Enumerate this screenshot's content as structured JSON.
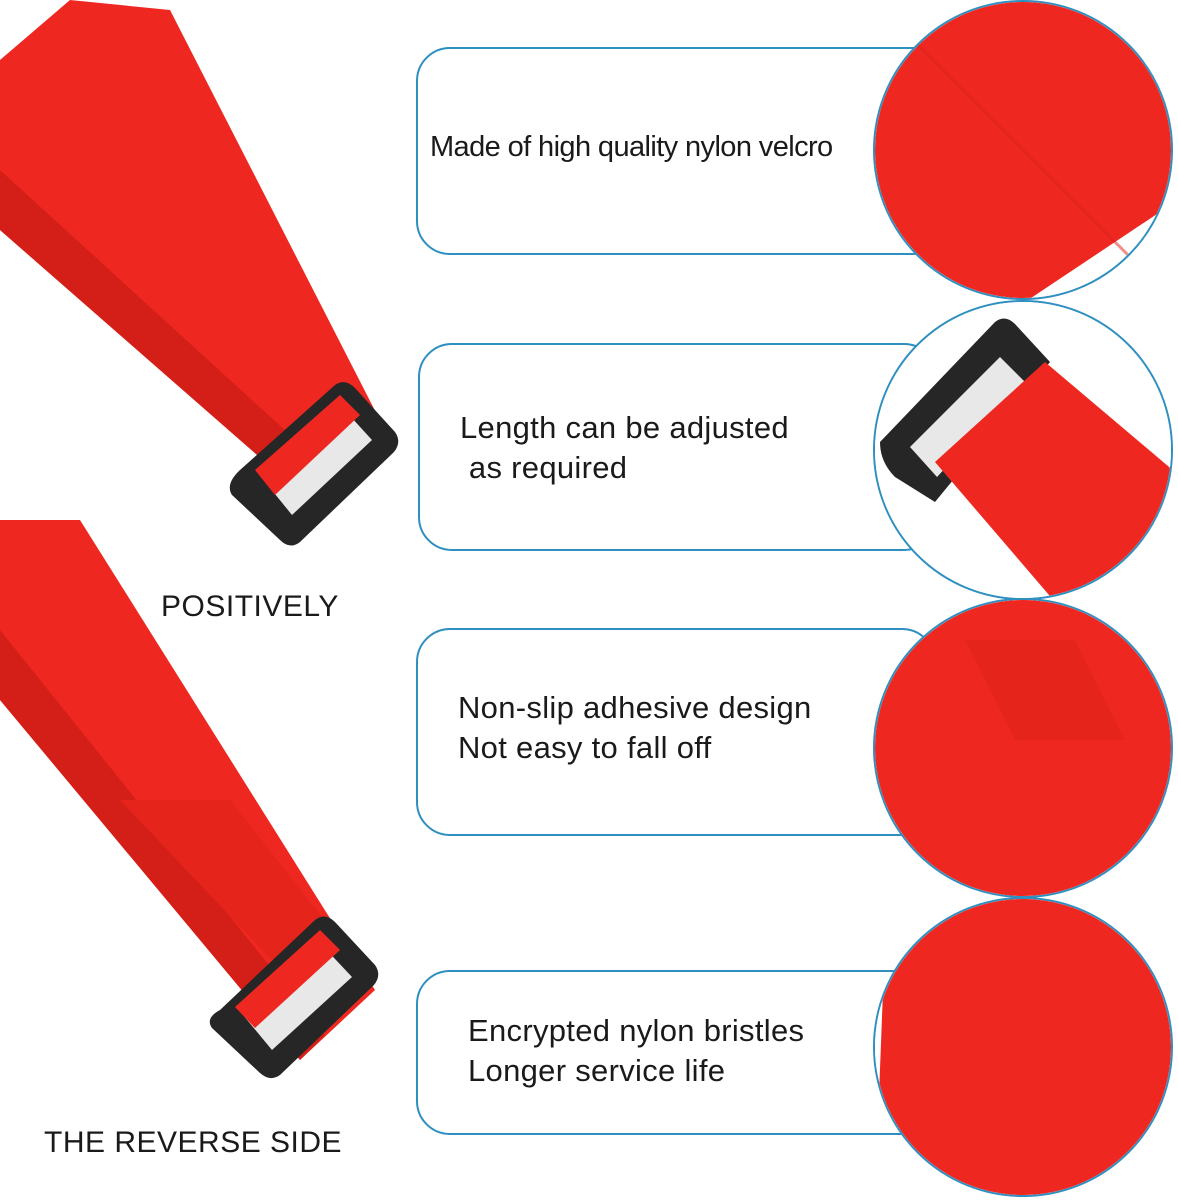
{
  "colors": {
    "strap_red": "#ee2820",
    "strap_shadow": "#c81a14",
    "buckle_black": "#262626",
    "callout_border": "#2e8fc0",
    "text": "#1a1a1a"
  },
  "left_panel": {
    "top_caption": "POSITIVELY",
    "bottom_caption": "THE REVERSE SIDE"
  },
  "features": [
    {
      "lines": [
        "Made of high quality nylon velcro"
      ],
      "zoom": "velcro-texture-closeup"
    },
    {
      "lines": [
        "Length can be adjusted",
        " as required"
      ],
      "zoom": "buckle-closeup"
    },
    {
      "lines": [
        "Non-slip adhesive design",
        "Not easy to fall off"
      ],
      "zoom": "hook-side-closeup"
    },
    {
      "lines": [
        "Encrypted nylon bristles",
        "Longer service life"
      ],
      "zoom": "bristle-closeup"
    }
  ]
}
